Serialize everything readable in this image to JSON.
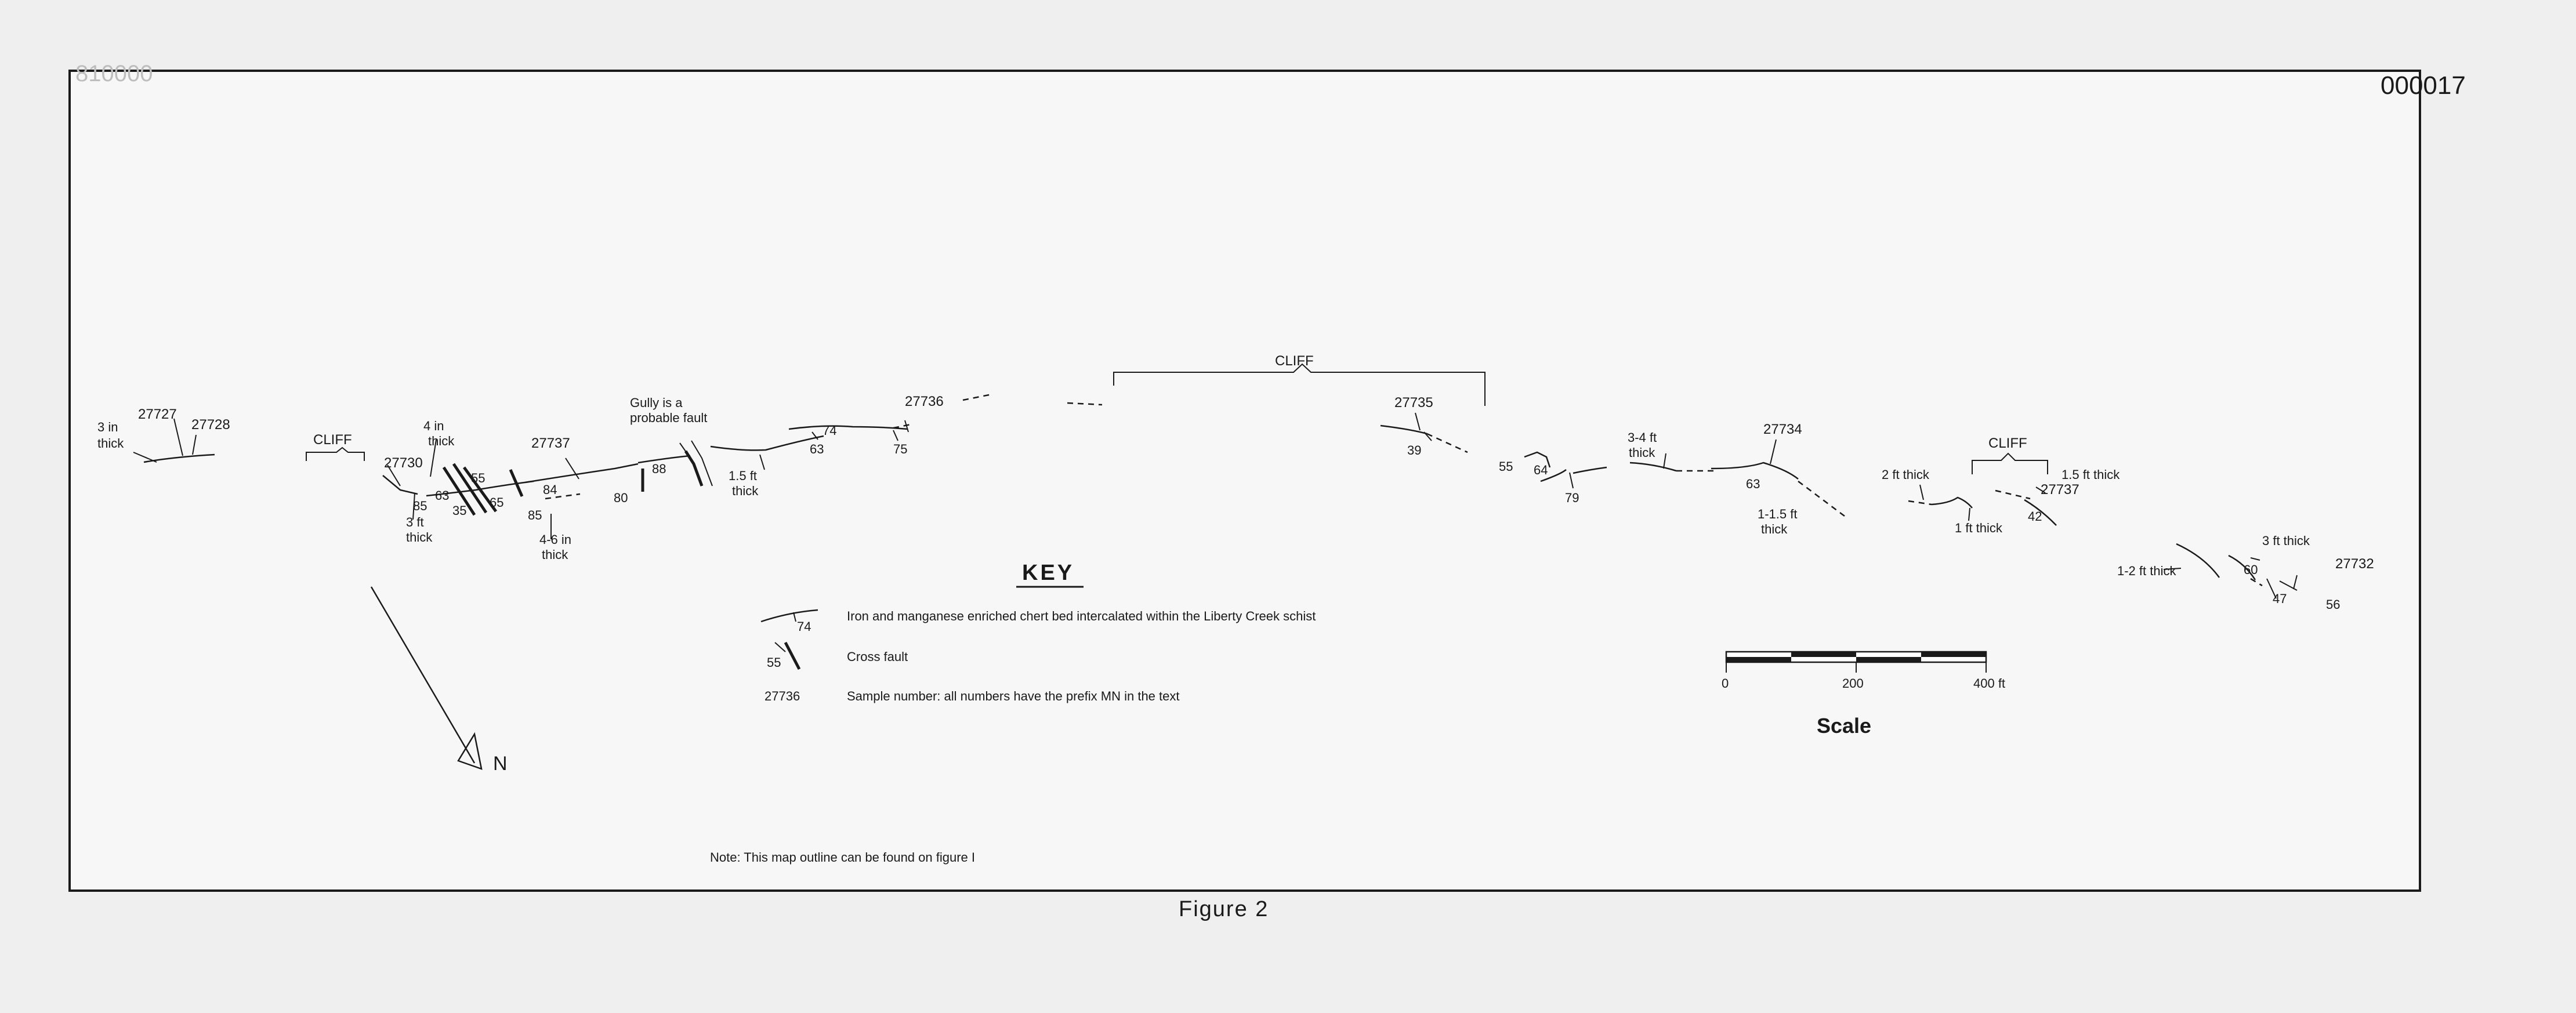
{
  "header": {
    "sheet_number": "000017",
    "faint_number": "810000"
  },
  "samples": {
    "s27727": "27727",
    "s27728": "27728",
    "s27730": "27730",
    "s27737": "27737",
    "s27736": "27736",
    "s27735": "27735",
    "s27734": "27734",
    "s27737b": "27737",
    "s27732": "27732"
  },
  "dips": {
    "d85a": "85",
    "d63a": "63",
    "d55a": "55",
    "d35": "35",
    "d65": "65",
    "d84": "84",
    "d85b": "85",
    "d80": "80",
    "d88": "88",
    "d74": "74",
    "d63b": "63",
    "d75": "75",
    "d39": "39",
    "d55b": "55",
    "d64": "64",
    "d79": "79",
    "d63c": "63",
    "d42": "42",
    "d60": "60",
    "d47": "47",
    "d56": "56"
  },
  "notes": {
    "three_in_1": "3 in",
    "three_in_2": "thick",
    "four_in_1": "4 in",
    "four_in_2": "thick",
    "three_ft_1": "3 ft",
    "three_ft_2": "thick",
    "four_six_1": "4-6 in",
    "four_six_2": "thick",
    "gully_1": "Gully is a",
    "gully_2": "probable fault",
    "one5_1": "1.5 ft",
    "one5_2": "thick",
    "three4_1": "3-4 ft",
    "three4_2": "thick",
    "one_one5_1": "1-1.5 ft",
    "one_one5_2": "thick",
    "two_ft": "2 ft thick",
    "one_ft": "1 ft thick",
    "one5_ft_right": "1.5 ft thick",
    "one_two_ft": "1-2 ft thick",
    "three_ft_thick": "3 ft thick"
  },
  "cliffs": {
    "cliff_left": "CLIFF",
    "cliff_center": "CLIFF",
    "cliff_right": "CLIFF"
  },
  "key": {
    "title": "KEY",
    "chert_dip": "74",
    "chert_text": "Iron and manganese enriched chert bed intercalated within the Liberty Creek schist",
    "fault_dip": "55",
    "fault_text": "Cross fault",
    "sample_example": "27736",
    "sample_text": "Sample number: all numbers have the prefix MN in the text"
  },
  "north_arrow": {
    "label": "N"
  },
  "scale": {
    "tick_0": "0",
    "tick_200": "200",
    "tick_400": "400 ft",
    "title": "Scale"
  },
  "footer": {
    "note": "Note: This map outline can be found on figure I",
    "figure_label": "Figure 2"
  }
}
